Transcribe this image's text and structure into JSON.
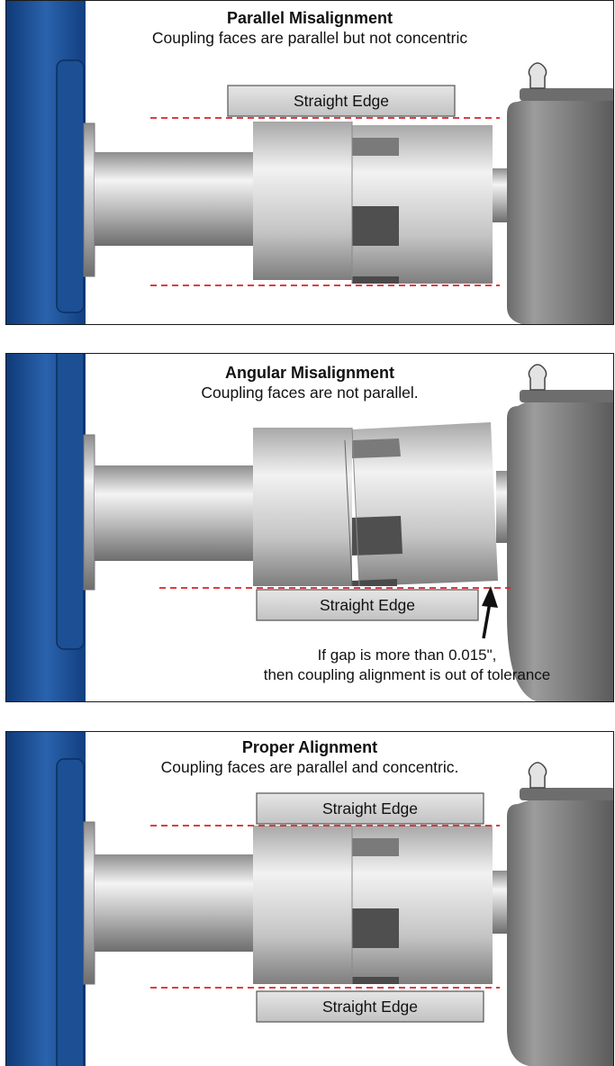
{
  "panels": [
    {
      "title": "Parallel Misalignment",
      "subtitle": "Coupling faces are parallel but not concentric",
      "straight_edge_top": "Straight Edge"
    },
    {
      "title": "Angular Misalignment",
      "subtitle": "Coupling faces are not parallel.",
      "straight_edge_bottom": "Straight Edge",
      "note_line1": "If gap is more than 0.015\",",
      "note_line2": "then coupling alignment is out of tolerance"
    },
    {
      "title": "Proper Alignment",
      "subtitle": "Coupling faces are parallel and concentric.",
      "straight_edge_top": "Straight Edge",
      "straight_edge_bottom": "Straight Edge"
    }
  ],
  "colors": {
    "motor_blue": "#1d4f94",
    "dashed_line": "#d8232a",
    "shaft_gray": "#c8c8c8",
    "jaw_dark": "#555555"
  }
}
